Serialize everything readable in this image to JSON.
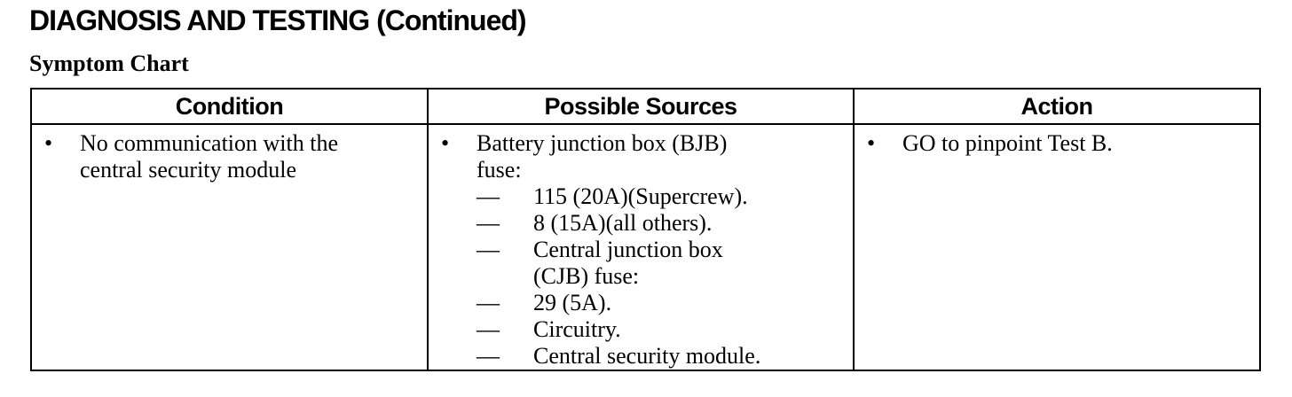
{
  "page_heading": "DIAGNOSIS AND TESTING (Continued)",
  "section_title": "Symptom Chart",
  "bullet_glyph": "•",
  "dash_glyph": "—",
  "table": {
    "headers": [
      "Condition",
      "Possible Sources",
      "Action"
    ],
    "row": {
      "condition": [
        "No communication with the",
        "central security module"
      ],
      "sources": {
        "main": [
          "Battery junction box (BJB)",
          "fuse:"
        ],
        "sub_items": [
          [
            "115 (20A)(Supercrew)."
          ],
          [
            "8 (15A)(all others)."
          ],
          [
            "Central junction box",
            "(CJB) fuse:"
          ],
          [
            "29 (5A)."
          ],
          [
            "Circuitry."
          ],
          [
            "Central security module."
          ]
        ]
      },
      "action": [
        "GO to pinpoint Test B."
      ]
    }
  }
}
